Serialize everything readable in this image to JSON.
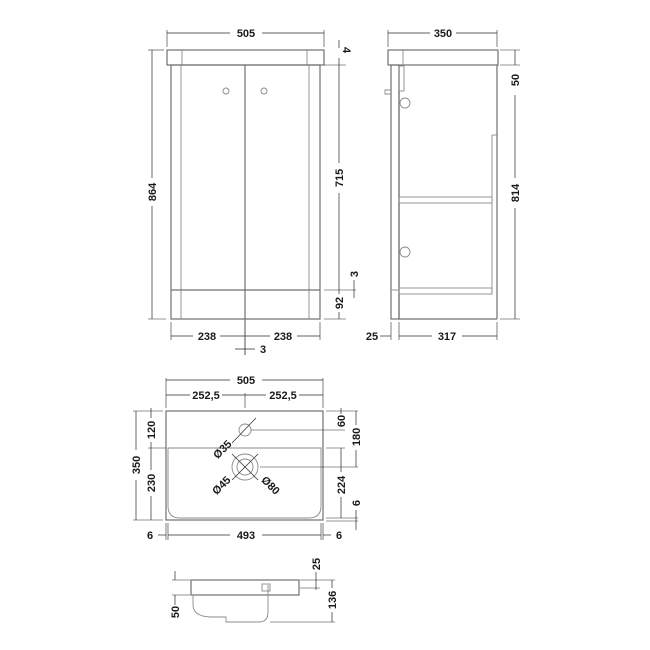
{
  "front_view": {
    "width": "505",
    "countertop_gap": "4",
    "total_height": "864",
    "door_height": "715",
    "plinth_gap": "3",
    "plinth_height": "92",
    "left_door_width": "238",
    "right_door_width": "238",
    "door_gap": "3"
  },
  "side_view": {
    "depth": "350",
    "top_thickness": "50",
    "body_height": "814",
    "door_thickness": "25",
    "carcass_depth": "317"
  },
  "basin_plan": {
    "width": "505",
    "half_left": "252,5",
    "half_right": "252,5",
    "depth": "350",
    "back_to_tap": "120",
    "bowl_depth": "230",
    "tap_from_back": "60",
    "waste_from_back": "180",
    "bowl_inner": "224",
    "front_rim": "6",
    "left_rim": "6",
    "bowl_width": "493",
    "right_rim": "6",
    "tap_hole": "Ø35",
    "waste_inner": "Ø45",
    "waste_outer": "Ø80"
  },
  "basin_section": {
    "rim_thickness": "25",
    "overall_depth": "136",
    "bowl_depth": "50"
  },
  "colors": {
    "object_line": "#707070",
    "dimension_line": "#2a2a2a",
    "text": "#1a1a1a",
    "background": "#ffffff"
  }
}
